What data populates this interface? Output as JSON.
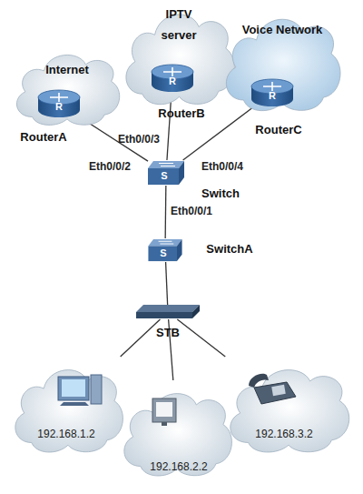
{
  "diagram": {
    "nodes": [
      {
        "text": [
          "Internet"
        ]
      },
      {
        "text": [
          "RouterA"
        ],
        "in": 0
      },
      {
        "text": [
          "IPTV server"
        ]
      },
      {
        "text": [
          "RouterB"
        ],
        "in": 2
      },
      {
        "text": [
          "Voice Network"
        ]
      },
      {
        "text": [
          "RouterC"
        ],
        "in": 4
      },
      {
        "text": [
          "Switch"
        ]
      },
      {
        "text": [
          "SwitchA"
        ]
      },
      {
        "text": [
          "STB"
        ]
      },
      {
        "text": [
          "192.168.1.2"
        ]
      },
      {
        "text": [
          "192.168.2.2"
        ]
      },
      {
        "text": [
          "192.168.3.2"
        ]
      }
    ],
    "edges": [
      {
        "from": 1,
        "to": 6,
        "arrow": "none",
        "label": "Eth0/0/2"
      },
      {
        "from": 3,
        "to": 6,
        "arrow": "none",
        "label": "Eth0/0/3"
      },
      {
        "from": 5,
        "to": 6,
        "arrow": "none",
        "label": "Eth0/0/4"
      },
      {
        "from": 6,
        "to": 7,
        "arrow": "none",
        "label": "Eth0/0/1"
      },
      {
        "from": 7,
        "to": 8,
        "arrow": "none"
      },
      {
        "from": 8,
        "to": 9,
        "arrow": "none"
      },
      {
        "from": 8,
        "to": 10,
        "arrow": "none"
      },
      {
        "from": 8,
        "to": 11,
        "arrow": "none"
      }
    ],
    "labels": [
      "R",
      "R",
      "R",
      "S",
      "S"
    ]
  }
}
